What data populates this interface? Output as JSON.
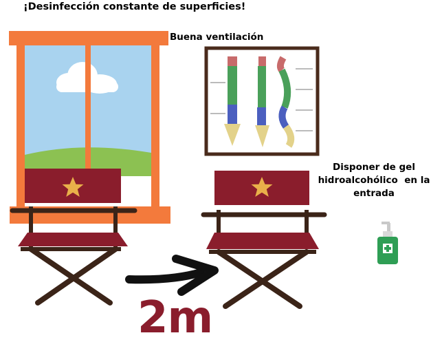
{
  "texts": {
    "disinfection": "¡Desinfección constante de superficies!",
    "ventilation": "Buena ventilación",
    "gel_line1": "Disponer de gel",
    "gel_line2": "hidroalcohólico  en la",
    "gel_line3": "entrada",
    "distance": "2m"
  },
  "colors": {
    "window_frame": "#f37a3c",
    "window_glass": "#a9d3ef",
    "grass": "#8cc152",
    "chair_red": "#8a1d2c",
    "chair_wood": "#3b2418",
    "star": "#e9b04a",
    "poster_frame": "#4a2b1c",
    "gel_bottle": "#2f9e55"
  },
  "icons": {
    "window": "window-illustration",
    "chair": "directors-chair-icon",
    "arrow": "arrow-right-icon",
    "poster": "spine-anatomy-poster",
    "gel": "hand-sanitizer-icon"
  }
}
